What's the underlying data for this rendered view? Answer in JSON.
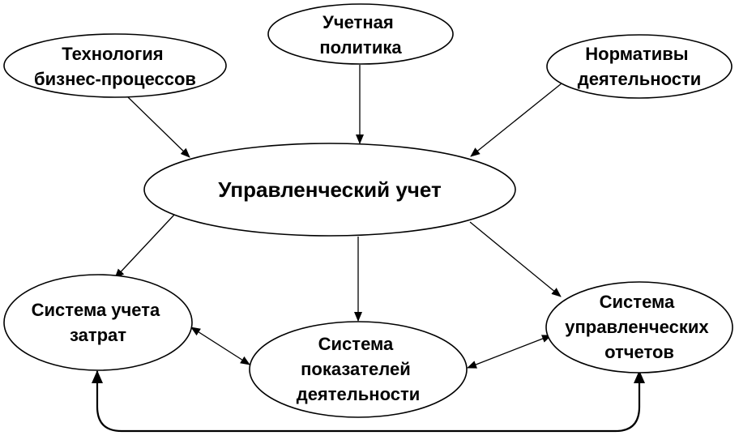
{
  "nodes": {
    "policy": {
      "lines": [
        "Учетная",
        "политика"
      ]
    },
    "tech": {
      "lines": [
        "Технология",
        "бизнес-процессов"
      ]
    },
    "norms": {
      "lines": [
        "Нормативы",
        "деятельности"
      ]
    },
    "mgmt": {
      "lines": [
        "Управленческий учет"
      ]
    },
    "costs": {
      "lines": [
        "Система учета",
        "затрат"
      ]
    },
    "indicators": {
      "lines": [
        "Система",
        "показателей",
        "деятельности"
      ]
    },
    "reports": {
      "lines": [
        "Система",
        "управленческих",
        "отчетов"
      ]
    }
  }
}
